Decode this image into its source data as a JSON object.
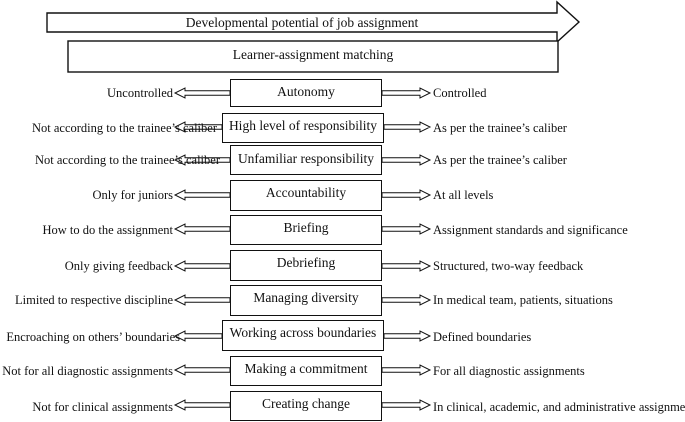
{
  "header": {
    "title": "Developmental potential of job assignment",
    "subtitle": "Learner-assignment matching"
  },
  "rows": [
    {
      "center": "Autonomy",
      "left": "Uncontrolled",
      "right": "Controlled"
    },
    {
      "center": "High level of responsibility",
      "left": "Not according to the trainee’s caliber",
      "right": "As per the trainee’s caliber"
    },
    {
      "center": "Unfamiliar responsibility",
      "left": "Not according to the trainee’s caliber",
      "right": "As per the trainee’s caliber"
    },
    {
      "center": "Accountability",
      "left": "Only for juniors",
      "right": "At all levels"
    },
    {
      "center": "Briefing",
      "left": "How to do the assignment",
      "right": "Assignment standards and significance"
    },
    {
      "center": "Debriefing",
      "left": "Only giving feedback",
      "right": "Structured, two-way feedback"
    },
    {
      "center": "Managing diversity",
      "left": "Limited to respective discipline",
      "right": "In medical team, patients, situations"
    },
    {
      "center": "Working across boundaries",
      "left": "Encroaching on others’ boundaries",
      "right": "Defined boundaries"
    },
    {
      "center": "Making a commitment",
      "left": "Not for all diagnostic assignments",
      "right": "For all diagnostic assignments"
    },
    {
      "center": "Creating change",
      "left": "Not for clinical assignments",
      "right": "In clinical, academic, and administrative assignments"
    }
  ]
}
